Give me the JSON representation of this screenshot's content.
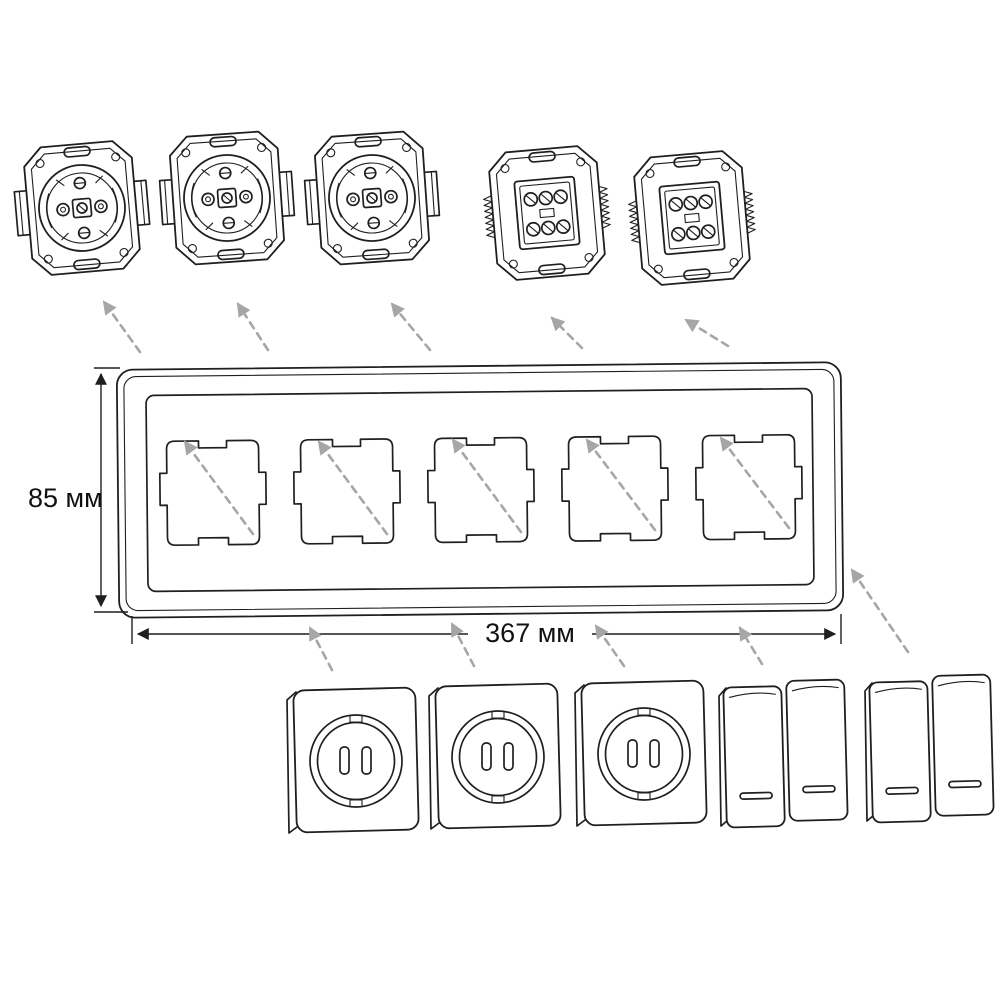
{
  "diagram": {
    "labels": {
      "height": "85 мм",
      "width": "367 мм"
    },
    "colors": {
      "line": "#1f1f1f",
      "arrow": "#a6a6a6",
      "background": "#ffffff"
    },
    "components": {
      "mechanisms": [
        "socket-mechanism",
        "socket-mechanism",
        "socket-mechanism",
        "switch-mechanism",
        "switch-mechanism"
      ],
      "frame": "five-gang-frame",
      "plates": [
        "socket-cover-plate",
        "socket-cover-plate",
        "socket-cover-plate",
        "double-switch-cover-plate",
        "double-switch-cover-plate"
      ]
    }
  }
}
